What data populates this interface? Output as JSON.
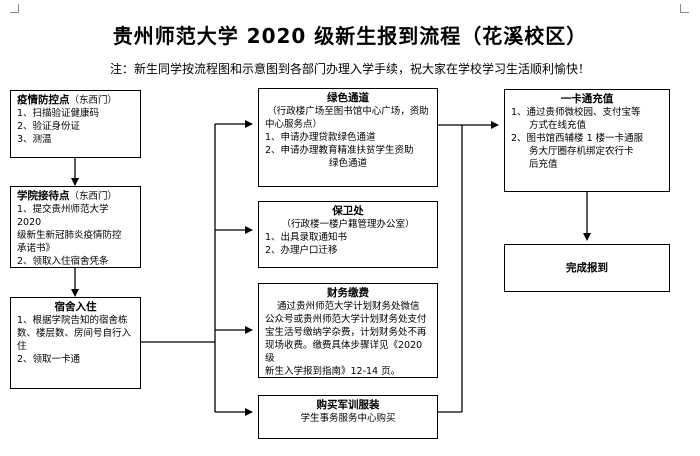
{
  "header": {
    "title": "贵州师范大学 2020 级新生报到流程（花溪校区）",
    "note": "注：新生同学按流程图和示意图到各部门办理入学手续，祝大家在学校学习生活顺利愉快！"
  },
  "steps": {
    "epidemic": {
      "title": "疫情防控点",
      "location": "（东西门）",
      "items": [
        "1、扫描验证健康码",
        "2、验证身份证",
        "3、测温"
      ]
    },
    "college": {
      "title": "学院接待点",
      "location": "（东西门）",
      "items": [
        "1、提交贵州师范大学 2020",
        "级新生新冠肺炎疫情防控",
        "承诺书》",
        "2、领取入住宿舍凭条"
      ]
    },
    "dorm": {
      "title": "宿舍入住",
      "items": [
        "1、根据学院告知的宿舍栋",
        "数、楼层数、房间号自行入",
        "住",
        "2、领取一卡通"
      ]
    },
    "green": {
      "title": "绿色通道",
      "location_lines": [
        "（行政楼广场至图书馆中心广场，资助",
        "中心服务点）"
      ],
      "items": [
        "1、申请办理贷款绿色通道",
        "2、申请办理教育精准扶贫学生资助",
        "绿色通道"
      ]
    },
    "security": {
      "title": "保卫处",
      "location": "（行政楼一楼户籍管理办公室）",
      "items": [
        "1、出具录取通知书",
        "2、办理户口迁移"
      ]
    },
    "finance": {
      "title": "财务缴费",
      "lines": [
        "通过贵州师范大学计划财务处微信",
        "公众号或贵州师范大学计划财务处支付",
        "宝生活号缴纳学杂费，计划财务处不再",
        "现场收费。缴费具体步骤详见《2020 级",
        "新生入学报到指南》12-14 页。"
      ]
    },
    "military": {
      "title": "购买军训服装",
      "lines": [
        "学生事务服务中心购买"
      ]
    },
    "card": {
      "title": "一卡通充值",
      "items": [
        "1、通过贵师微校园、支付宝等",
        "方式在线充值",
        "2、图书馆西辅楼 1 楼一卡通服",
        "务大厅圈存机绑定农行卡",
        "后充值"
      ]
    },
    "complete": {
      "title": "完成报到"
    }
  }
}
